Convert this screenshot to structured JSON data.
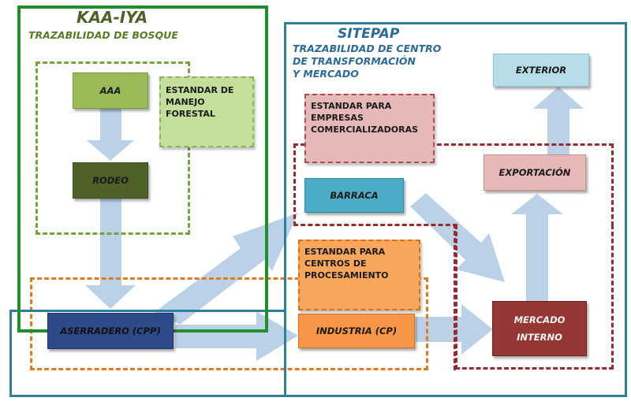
{
  "kaa_iya": {
    "title": "KAA-IYA",
    "subtitle": "TRAZABILIDAD DE BOSQUE",
    "standard": "ESTANDAR DE MANEJO FORESTAL"
  },
  "sitepap": {
    "title": "SITEPAP",
    "subtitle_line1": "TRAZABILIDAD DE CENTRO",
    "subtitle_line2": "DE TRANSFORMACIÓN",
    "subtitle_line3": "Y MERCADO",
    "standard_companies": "ESTANDAR PARA EMPRESAS COMERCIALIZADORAS",
    "standard_processing": "ESTANDAR PARA CENTROS DE PROCESAMIENTO"
  },
  "nodes": {
    "aaa": "AAA",
    "rodeo": "RODEO",
    "aserradero": "ASERRADERO (CPP)",
    "barraca": "BARRACA",
    "industria": "INDUSTRIA (CP)",
    "exportacion": "EXPORTACIÓN",
    "exterior": "EXTERIOR",
    "mercado_line1": "MERCADO",
    "mercado_line2": "INTERNO"
  },
  "colors": {
    "kaa_frame": "#1f8f2a",
    "sitepap_frame": "#2f7f9a",
    "arrow": "#b7cfe6",
    "green_dash": "#76a33a",
    "orange_dash": "#e07b20",
    "red_dash": "#9b2a30"
  }
}
